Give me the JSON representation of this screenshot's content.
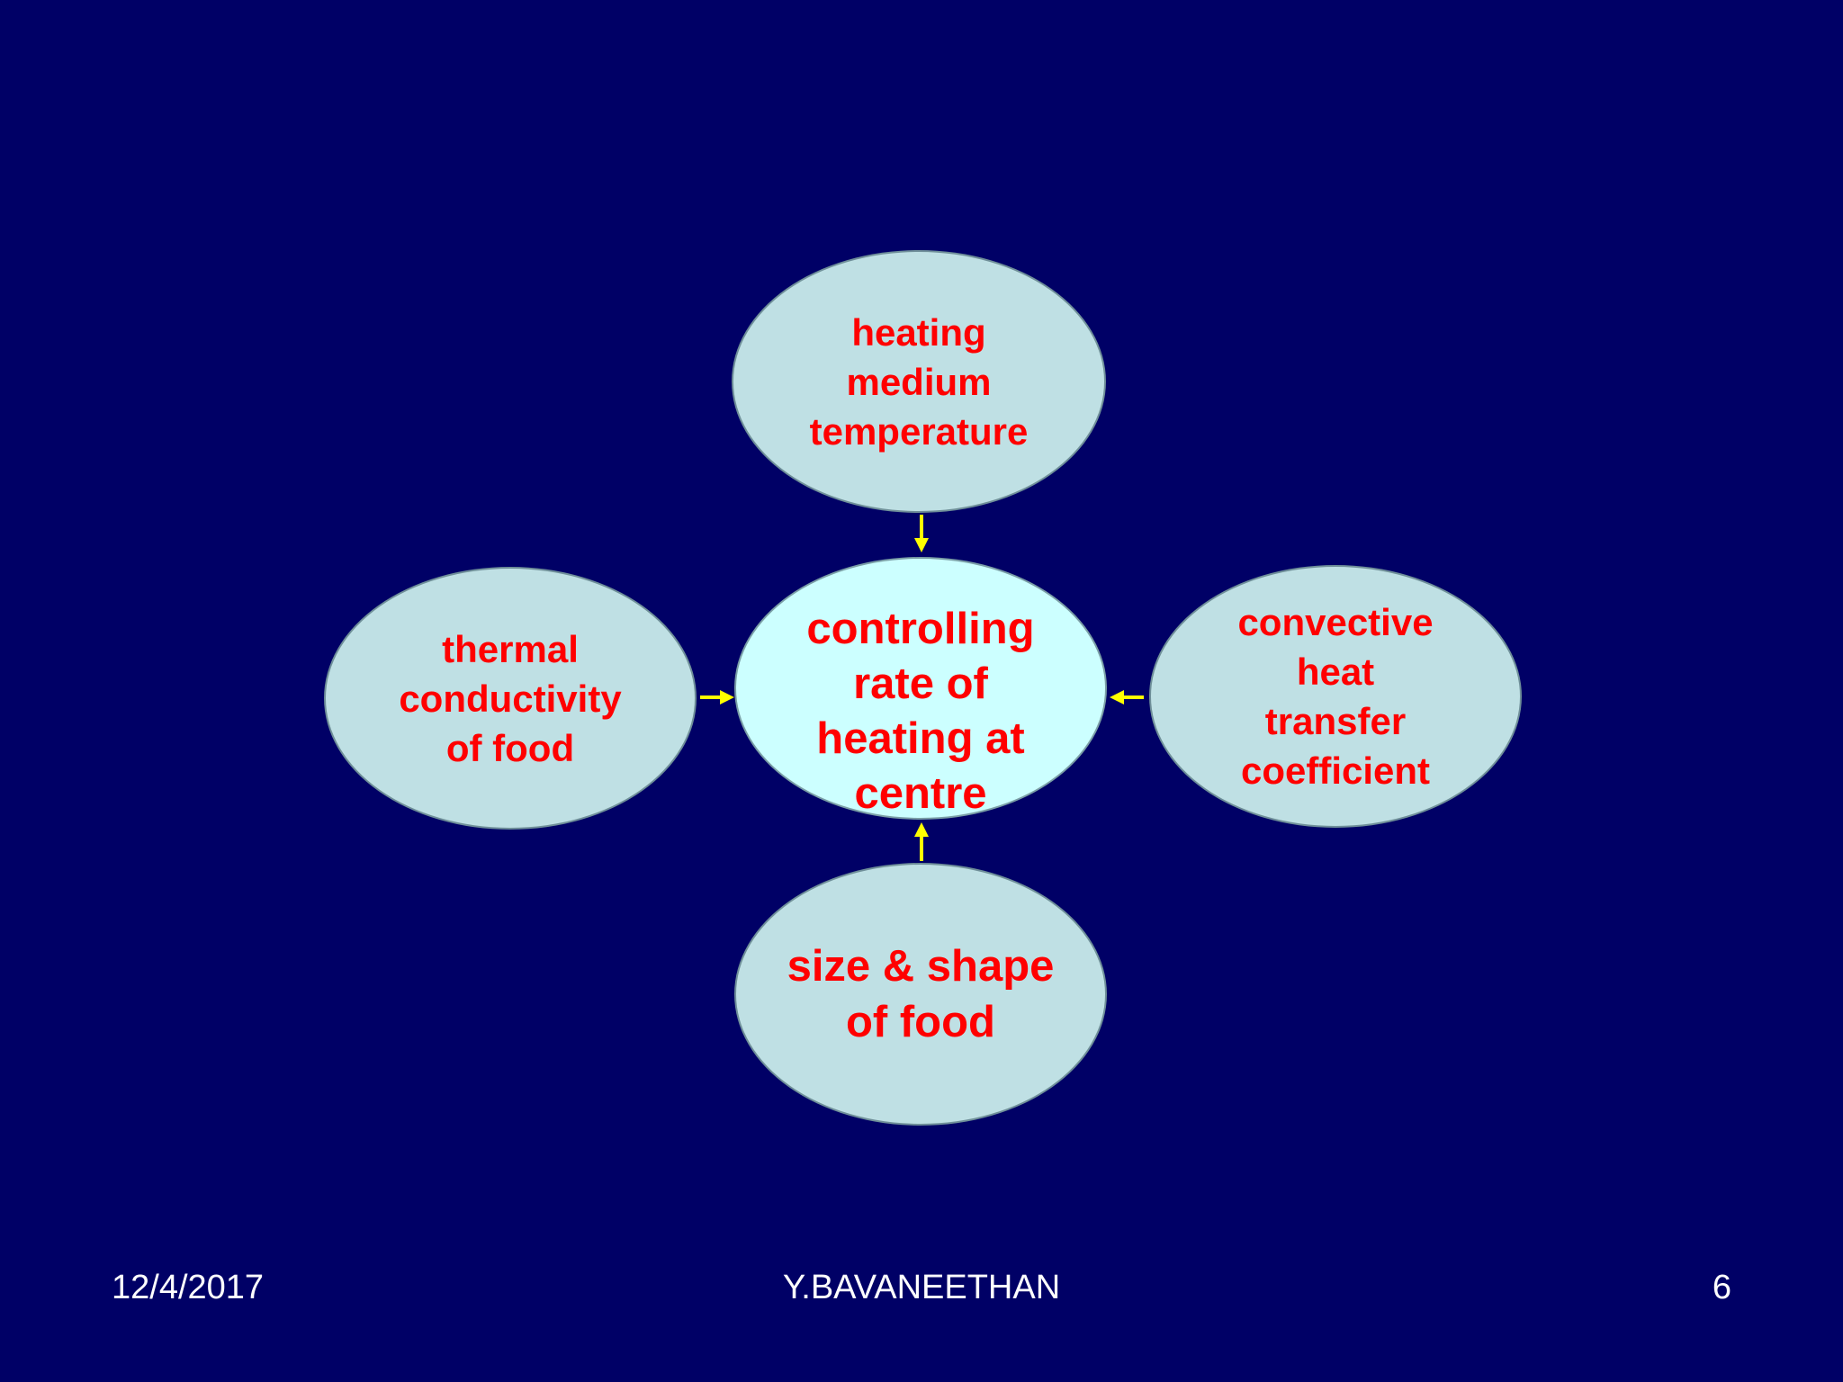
{
  "diagram": {
    "nodes": {
      "top": {
        "label": "heating\n medium\ntemperature"
      },
      "left": {
        "label": "thermal\nconductivity\nof food"
      },
      "right": {
        "label": "convective\nheat\ntransfer\ncoefficient"
      },
      "bottom": {
        "label": "size & shape\n    of food"
      },
      "center": {
        "label": "controlling\nrate of\nheating  at\ncentre"
      }
    },
    "colors": {
      "background": "#000066",
      "node_fill": "#bfe0e4",
      "center_fill": "#ccffff",
      "label_text": "#ff0000",
      "arrow": "#ffff00"
    }
  },
  "footer": {
    "date": "12/4/2017",
    "author": "Y.BAVANEETHAN",
    "page_number": "6"
  }
}
